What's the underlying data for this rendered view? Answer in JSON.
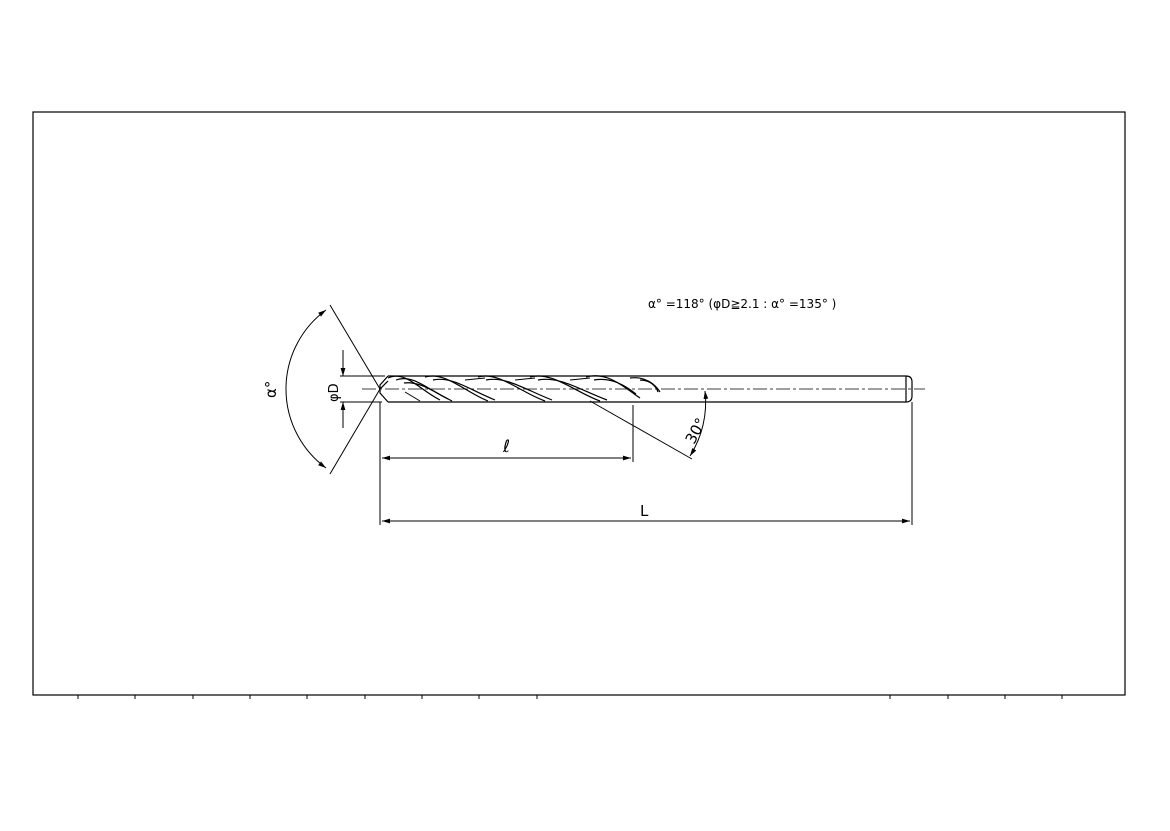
{
  "drawing": {
    "note": "α° =118° (φD≧2.1 : α° =135° )",
    "labels": {
      "alpha": "α°",
      "diameter": "φD",
      "flute_length": "ℓ",
      "overall_length": "L",
      "helix_angle": "30°"
    }
  },
  "colors": {
    "line": "#000000",
    "background": "#ffffff"
  }
}
